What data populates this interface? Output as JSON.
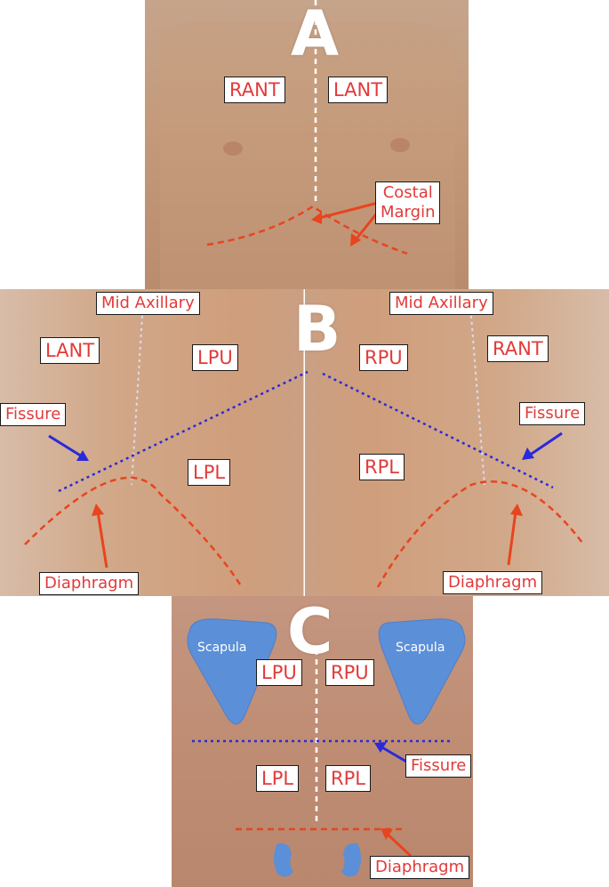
{
  "panels": {
    "a": {
      "letter": "A",
      "rant": "RANT",
      "lant": "LANT",
      "costal_margin_line1": "Costal",
      "costal_margin_line2": "Margin"
    },
    "b": {
      "letter": "B",
      "left": {
        "mid_axillary": "Mid Axillary",
        "lant": "LANT",
        "lpu": "LPU",
        "lpl": "LPL",
        "fissure": "Fissure",
        "diaphragm": "Diaphragm"
      },
      "right": {
        "mid_axillary": "Mid Axillary",
        "rant": "RANT",
        "rpu": "RPU",
        "rpl": "RPL",
        "fissure": "Fissure",
        "diaphragm": "Diaphragm"
      }
    },
    "c": {
      "letter": "C",
      "scapula_left": "Scapula",
      "scapula_right": "Scapula",
      "lpu": "LPU",
      "rpu": "RPU",
      "lpl": "LPL",
      "rpl": "RPL",
      "fissure": "Fissure",
      "diaphragm": "Diaphragm"
    }
  },
  "colors": {
    "region_text": "#e23a3a",
    "diaphragm_line": "#e8441f",
    "fissure_line": "#2a2ad8",
    "midline": "#ffffff",
    "scapula_fill": "#5b8fd8"
  }
}
